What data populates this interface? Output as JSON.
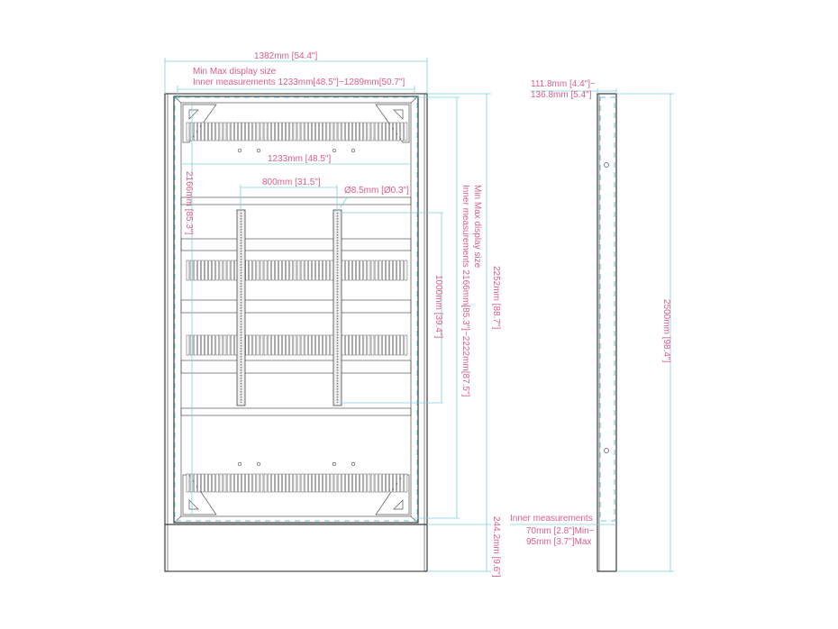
{
  "front_view": {
    "overall_width": "1382mm [54.4\"]",
    "display_size_title": "Min Max display size",
    "inner_width_range": "Inner measurements 1233mm[48.5\"]~1289mm[50.7\"]",
    "inner_width": "1233mm [48.5\"]",
    "vesa_horizontal": "800mm [31.5\"]",
    "hole_diameter": "Ø8.5mm [Ø0.3\"]",
    "inner_height": "2166mm [85.3\"]",
    "vesa_vertical": "1000mm [39.4\"]",
    "display_size_title_vertical": "Min Max display size",
    "inner_height_range": "Inner measurements 2166mm[85.3\"]~2222mm[87.5\"]",
    "overall_height": "2252mm [88.7\"]",
    "base_height": "244.2mm [9.6\"]"
  },
  "side_view": {
    "depth_range_line1": "111.8mm [4.4\"]~",
    "depth_range_line2": "136.8mm [5.4\"]",
    "total_height": "2500mm [98.4\"]",
    "inner_label": "Inner measurements",
    "inner_depth_line1": "70mm [2.8\"]Min~",
    "inner_depth_line2": "95mm [3.7\"]Max"
  },
  "colors": {
    "dimension_text": "#d9608a",
    "dimension_line": "#7fcfe0",
    "outline": "#3a3a3a"
  }
}
